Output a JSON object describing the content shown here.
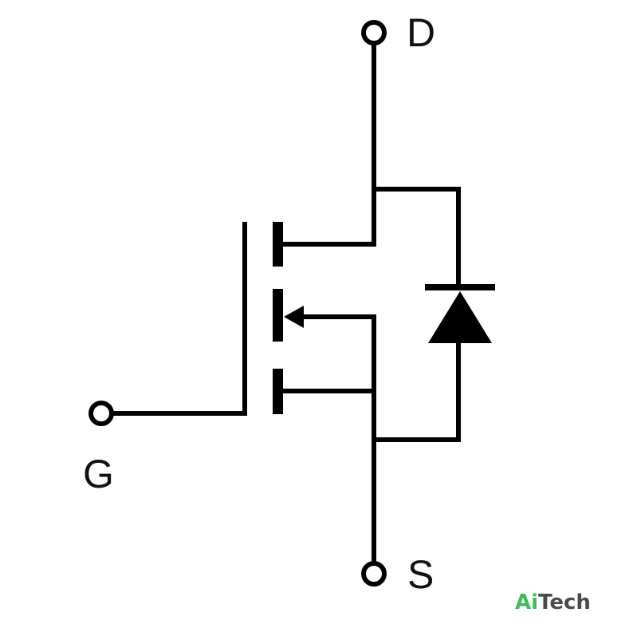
{
  "terminals": {
    "drain": "D",
    "gate": "G",
    "source": "S"
  },
  "logo": {
    "part1": "Ai",
    "part2": "Tech"
  },
  "colors": {
    "stroke": "#000000",
    "label": "#111111",
    "logo_part1": "#3dbd5d",
    "logo_part2": "#4a4a4a",
    "background": "#ffffff"
  }
}
